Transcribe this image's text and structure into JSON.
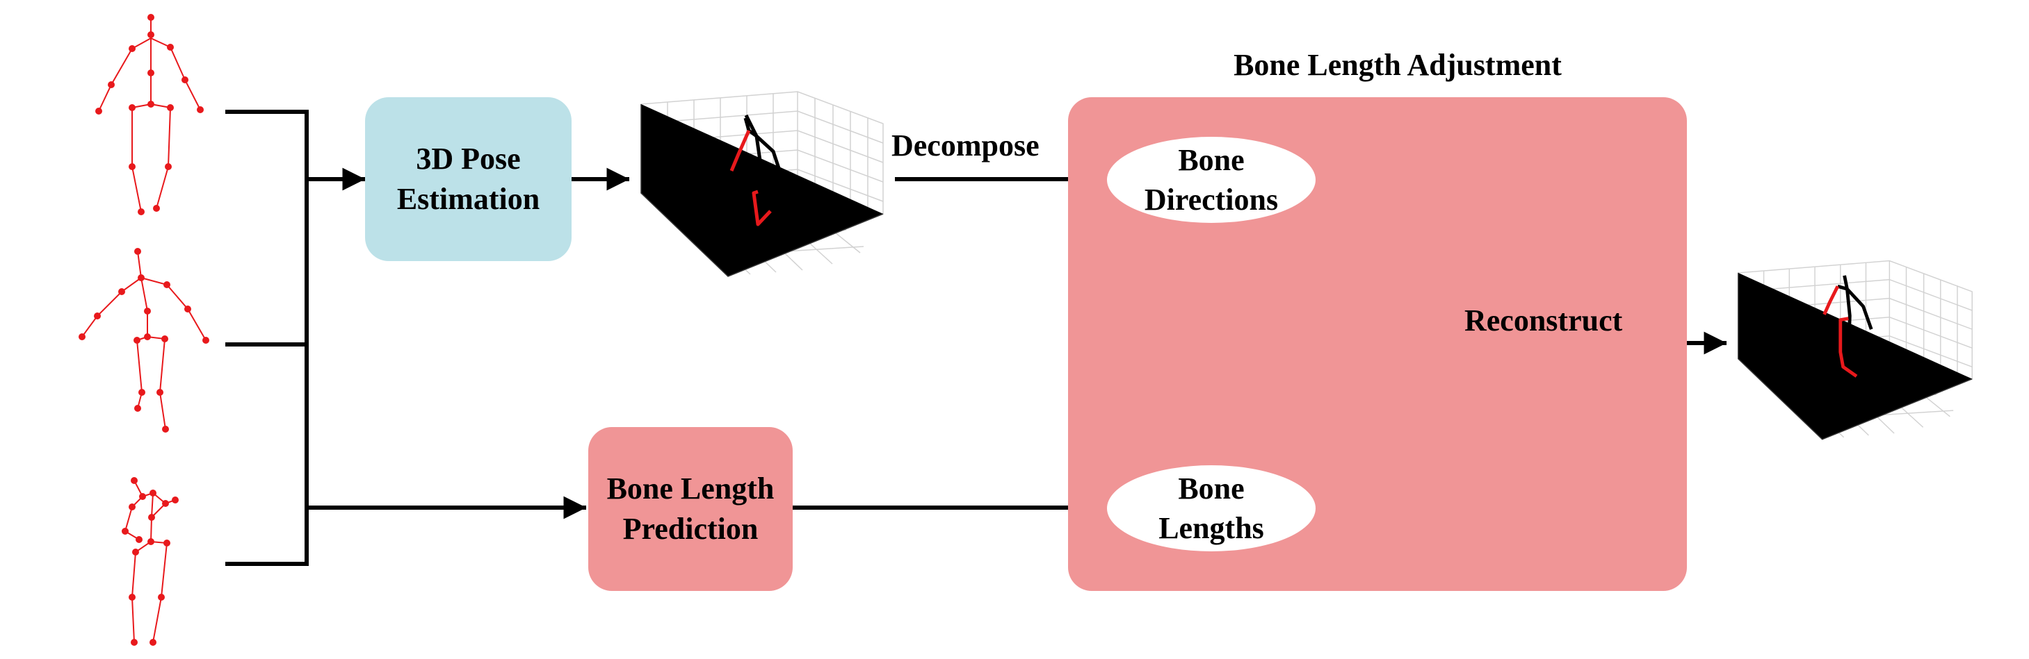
{
  "colors": {
    "pose_box": "#bce1e8",
    "pink": "#f09596",
    "skeleton_red": "#e8191c",
    "line": "#000000"
  },
  "pose_box": {
    "line1": "3D Pose",
    "line2": "Estimation"
  },
  "bone_length_prediction": {
    "line1": "Bone Length",
    "line2": "Prediction"
  },
  "adjustment": {
    "title": "Bone Length Adjustment",
    "directions": {
      "line1": "Bone",
      "line2": "Directions"
    },
    "lengths": {
      "line1": "Bone",
      "line2": "Lengths"
    }
  },
  "labels": {
    "decompose": "Decompose",
    "reconstruct": "Reconstruct"
  },
  "icons": [
    "2d-skeleton-icon",
    "3d-pose-plot-icon"
  ]
}
